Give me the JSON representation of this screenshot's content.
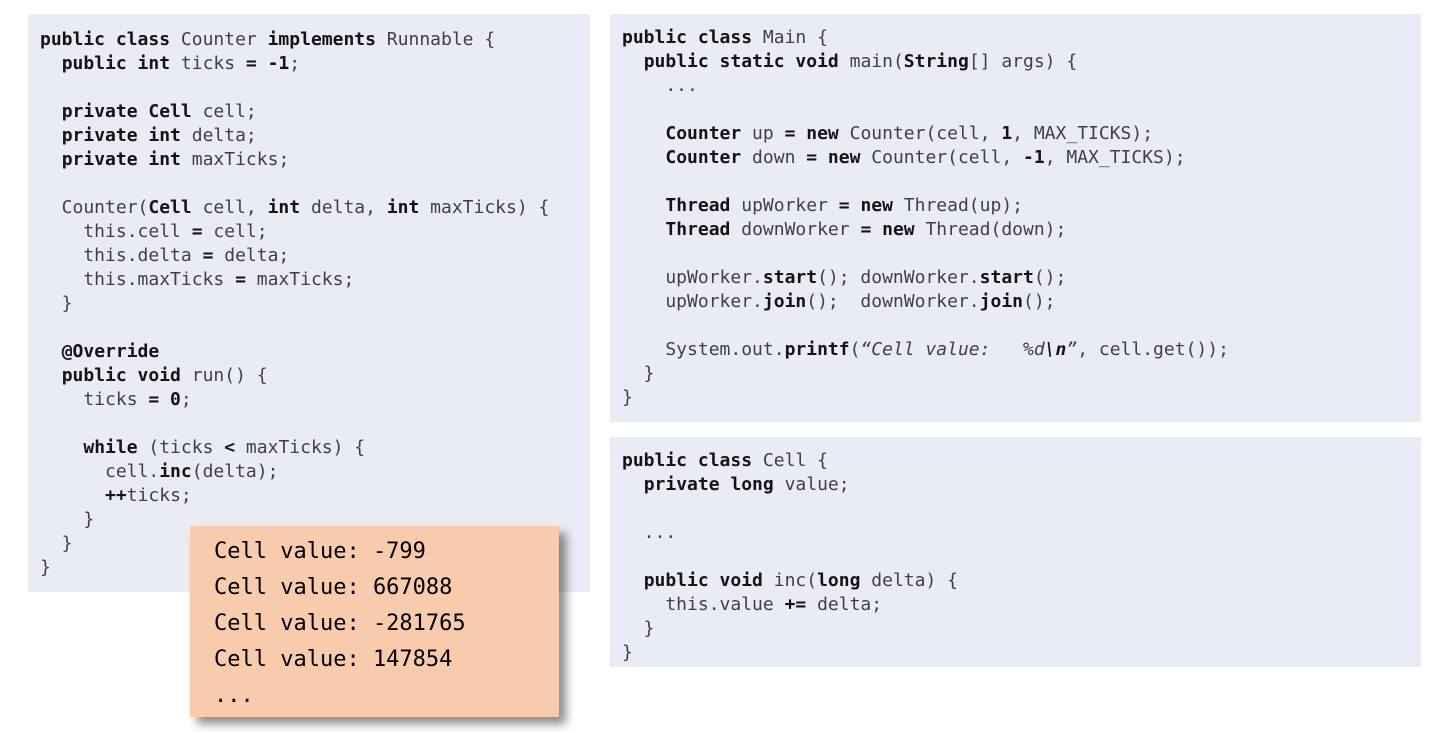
{
  "colors": {
    "panel_bg": "#e9ebf5",
    "code_text": "#3f3f46",
    "code_bold": "#141418",
    "output_bg": "#f8cbad",
    "output_text": "#000000"
  },
  "panels": {
    "counter": {
      "lines": [
        [
          [
            "b",
            "public class "
          ],
          [
            "p",
            "Counter "
          ],
          [
            "b",
            "implements"
          ],
          [
            "p",
            " Runnable {"
          ]
        ],
        [
          [
            "p",
            "  "
          ],
          [
            "b",
            "public int"
          ],
          [
            "p",
            " ticks "
          ],
          [
            "b",
            "= -1"
          ],
          [
            "p",
            ";"
          ]
        ],
        [],
        [
          [
            "p",
            "  "
          ],
          [
            "b",
            "private Cell"
          ],
          [
            "p",
            " cell;"
          ]
        ],
        [
          [
            "p",
            "  "
          ],
          [
            "b",
            "private int"
          ],
          [
            "p",
            " delta;"
          ]
        ],
        [
          [
            "p",
            "  "
          ],
          [
            "b",
            "private int"
          ],
          [
            "p",
            " maxTicks;"
          ]
        ],
        [],
        [
          [
            "p",
            "  Counter("
          ],
          [
            "b",
            "Cell"
          ],
          [
            "p",
            " cell, "
          ],
          [
            "b",
            "int"
          ],
          [
            "p",
            " delta, "
          ],
          [
            "b",
            "int"
          ],
          [
            "p",
            " maxTicks) {"
          ]
        ],
        [
          [
            "p",
            "    this.cell "
          ],
          [
            "b",
            "="
          ],
          [
            "p",
            " cell;"
          ]
        ],
        [
          [
            "p",
            "    this.delta "
          ],
          [
            "b",
            "="
          ],
          [
            "p",
            " delta;"
          ]
        ],
        [
          [
            "p",
            "    this.maxTicks "
          ],
          [
            "b",
            "="
          ],
          [
            "p",
            " maxTicks;"
          ]
        ],
        [
          [
            "p",
            "  }"
          ]
        ],
        [],
        [
          [
            "p",
            "  "
          ],
          [
            "b",
            "@Override"
          ]
        ],
        [
          [
            "p",
            "  "
          ],
          [
            "b",
            "public void"
          ],
          [
            "p",
            " run() {"
          ]
        ],
        [
          [
            "p",
            "    ticks "
          ],
          [
            "b",
            "= 0"
          ],
          [
            "p",
            ";"
          ]
        ],
        [],
        [
          [
            "p",
            "    "
          ],
          [
            "b",
            "while"
          ],
          [
            "p",
            " (ticks "
          ],
          [
            "b",
            "<"
          ],
          [
            "p",
            " maxTicks) {"
          ]
        ],
        [
          [
            "p",
            "      cell."
          ],
          [
            "b",
            "inc"
          ],
          [
            "p",
            "(delta);"
          ]
        ],
        [
          [
            "p",
            "      "
          ],
          [
            "b",
            "++"
          ],
          [
            "p",
            "ticks;"
          ]
        ],
        [
          [
            "p",
            "    }"
          ]
        ],
        [
          [
            "p",
            "  }"
          ]
        ],
        [
          [
            "p",
            "}"
          ]
        ]
      ]
    },
    "main": {
      "lines": [
        [
          [
            "b",
            "public class "
          ],
          [
            "p",
            "Main {"
          ]
        ],
        [
          [
            "p",
            "  "
          ],
          [
            "b",
            "public static void"
          ],
          [
            "p",
            " main("
          ],
          [
            "b",
            "String"
          ],
          [
            "p",
            "[] args) {"
          ]
        ],
        [
          [
            "p",
            "    ..."
          ]
        ],
        [],
        [
          [
            "p",
            "    "
          ],
          [
            "b",
            "Counter"
          ],
          [
            "p",
            " up "
          ],
          [
            "b",
            "= new"
          ],
          [
            "p",
            " Counter(cell, "
          ],
          [
            "b",
            "1"
          ],
          [
            "p",
            ", MAX_TICKS);"
          ]
        ],
        [
          [
            "p",
            "    "
          ],
          [
            "b",
            "Counter"
          ],
          [
            "p",
            " down "
          ],
          [
            "b",
            "= new"
          ],
          [
            "p",
            " Counter(cell, "
          ],
          [
            "b",
            "-1"
          ],
          [
            "p",
            ", MAX_TICKS);"
          ]
        ],
        [],
        [
          [
            "p",
            "    "
          ],
          [
            "b",
            "Thread"
          ],
          [
            "p",
            " upWorker "
          ],
          [
            "b",
            "= new"
          ],
          [
            "p",
            " Thread(up);"
          ]
        ],
        [
          [
            "p",
            "    "
          ],
          [
            "b",
            "Thread"
          ],
          [
            "p",
            " downWorker "
          ],
          [
            "b",
            "= new"
          ],
          [
            "p",
            " Thread(down);"
          ]
        ],
        [],
        [
          [
            "p",
            "    upWorker."
          ],
          [
            "b",
            "start"
          ],
          [
            "p",
            "(); downWorker."
          ],
          [
            "b",
            "start"
          ],
          [
            "p",
            "();"
          ]
        ],
        [
          [
            "p",
            "    upWorker."
          ],
          [
            "b",
            "join"
          ],
          [
            "p",
            "();  downWorker."
          ],
          [
            "b",
            "join"
          ],
          [
            "p",
            "();"
          ]
        ],
        [],
        [
          [
            "p",
            "    System.out."
          ],
          [
            "b",
            "printf"
          ],
          [
            "p",
            "("
          ],
          [
            "i",
            "“Cell value:   %d"
          ],
          [
            "bi",
            "\\n"
          ],
          [
            "i",
            "”"
          ],
          [
            "p",
            ", cell.get());"
          ]
        ],
        [
          [
            "p",
            "  }"
          ]
        ],
        [
          [
            "p",
            "}"
          ]
        ]
      ]
    },
    "cell": {
      "lines": [
        [
          [
            "b",
            "public class "
          ],
          [
            "p",
            "Cell {"
          ]
        ],
        [
          [
            "p",
            "  "
          ],
          [
            "b",
            "private long"
          ],
          [
            "p",
            " value;"
          ]
        ],
        [],
        [
          [
            "p",
            "  ..."
          ]
        ],
        [],
        [
          [
            "p",
            "  "
          ],
          [
            "b",
            "public void"
          ],
          [
            "p",
            " inc("
          ],
          [
            "b",
            "long"
          ],
          [
            "p",
            " delta) {"
          ]
        ],
        [
          [
            "p",
            "    this.value "
          ],
          [
            "b",
            "+="
          ],
          [
            "p",
            " delta;"
          ]
        ],
        [
          [
            "p",
            "  }"
          ]
        ],
        [
          [
            "p",
            "}"
          ]
        ]
      ]
    }
  },
  "output": {
    "lines": [
      "Cell value: -799",
      "Cell value: 667088",
      "Cell value: -281765",
      "Cell value: 147854",
      "..."
    ]
  }
}
